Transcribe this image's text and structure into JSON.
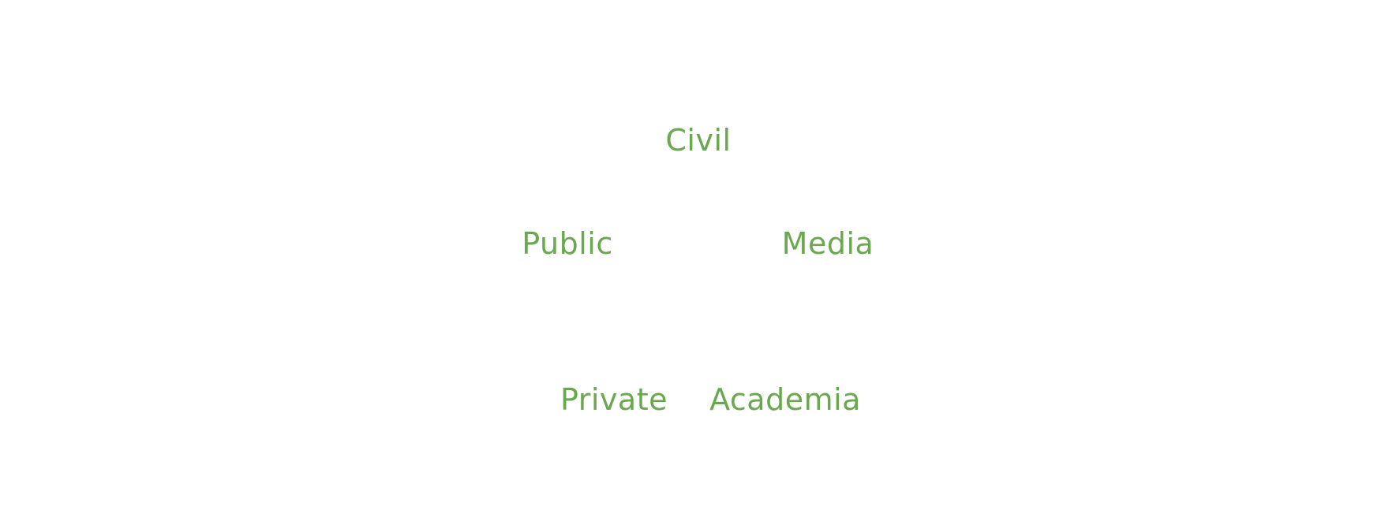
{
  "colors": {
    "background": "#ffffff",
    "label": "#6aa84f"
  },
  "nodes": {
    "civil": "Civil",
    "public": "Public",
    "media": "Media",
    "private": "Private",
    "academia": "Academia"
  }
}
